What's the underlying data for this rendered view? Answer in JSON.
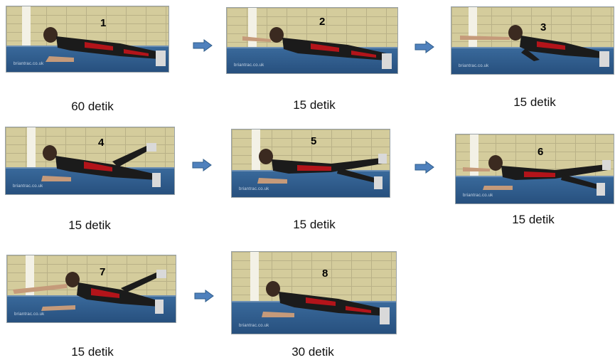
{
  "steps": [
    {
      "number": "1",
      "duration": "60 detik",
      "watermark": "briantrac.co.uk"
    },
    {
      "number": "2",
      "duration": "15 detik",
      "watermark": "briantrac.co.uk"
    },
    {
      "number": "3",
      "duration": "15 detik",
      "watermark": "briantrac.co.uk"
    },
    {
      "number": "4",
      "duration": "15 detik",
      "watermark": "briantrac.co.uk"
    },
    {
      "number": "5",
      "duration": "15 detik",
      "watermark": "briantrac.co.uk"
    },
    {
      "number": "6",
      "duration": "15 detik",
      "watermark": "briantrac.co.uk"
    },
    {
      "number": "7",
      "duration": "15 detik",
      "watermark": "briantrac.co.uk"
    },
    {
      "number": "8",
      "duration": "30 detik",
      "watermark": "briantrac.co.uk"
    }
  ],
  "arrow_color": "#4f81bd"
}
